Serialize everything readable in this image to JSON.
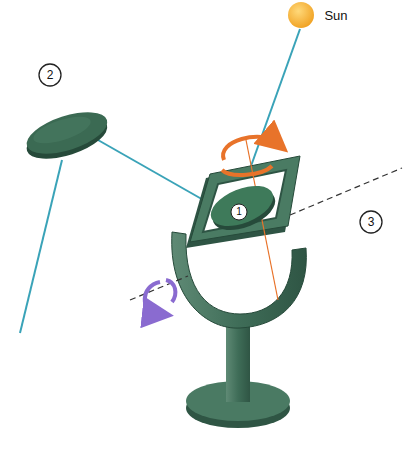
{
  "diagram": {
    "labels": [
      "Sun",
      "2",
      "1",
      "3"
    ]
  }
}
